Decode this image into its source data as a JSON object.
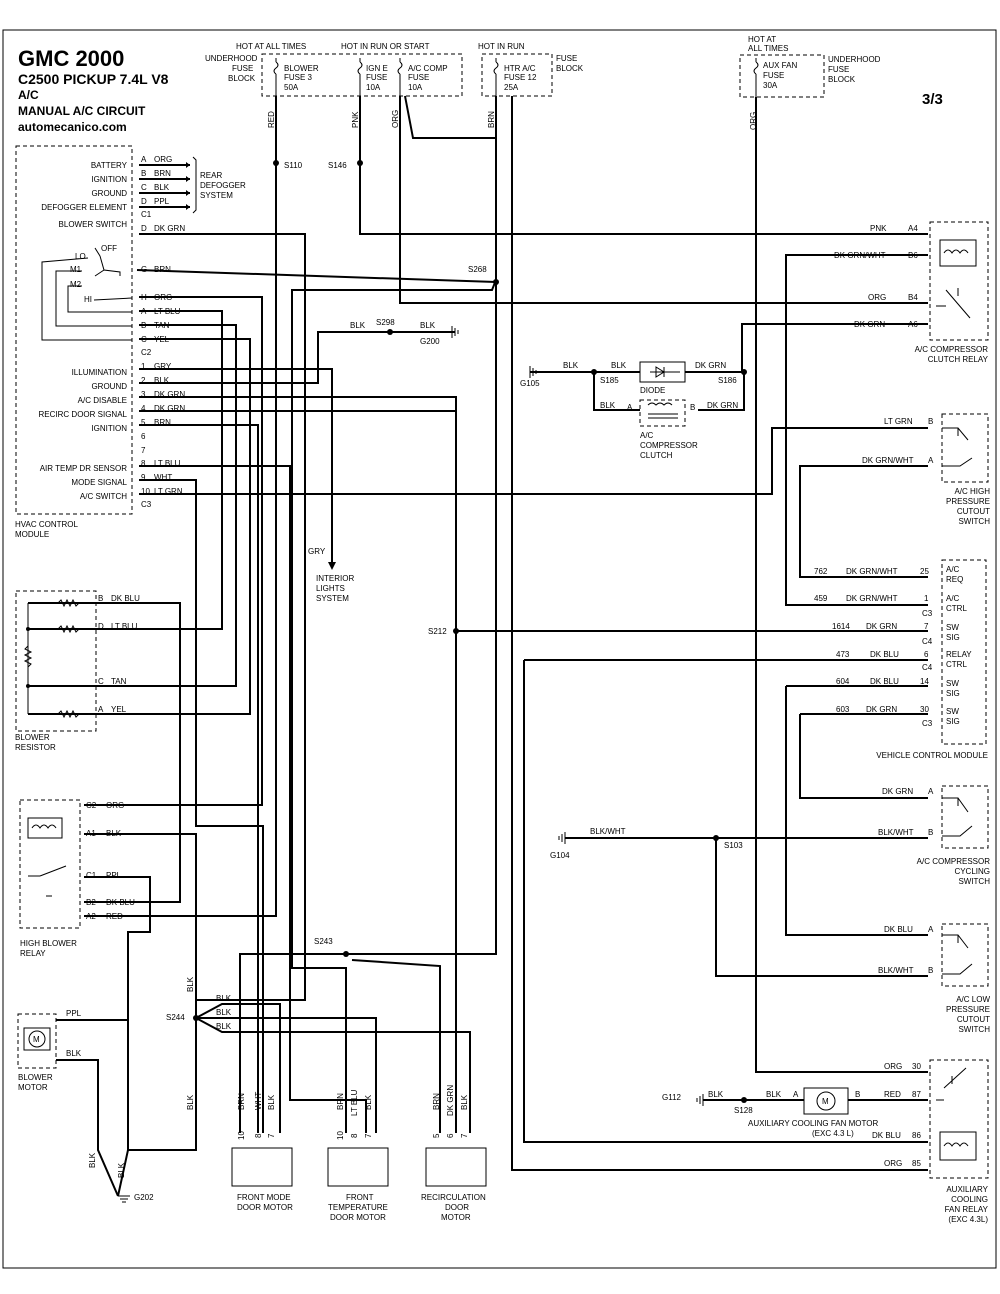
{
  "header": {
    "title": "GMC 2000",
    "model": "C2500 PICKUP  7.4L  V8",
    "system": "A/C",
    "circuit": "MANUAL A/C CIRCUIT",
    "site": "automecanico.com",
    "page": "3/3"
  },
  "fuse_block": {
    "hot_all": "HOT AT ALL TIMES",
    "hot_run_start": "HOT IN RUN OR START",
    "hot_run": "HOT IN RUN",
    "left_label": [
      "UNDERHOOD",
      "FUSE",
      "BLOCK"
    ],
    "right_label": [
      "FUSE",
      "BLOCK"
    ],
    "fuses": [
      {
        "lines": [
          "BLOWER",
          "FUSE 3",
          "50A"
        ],
        "wire": "RED"
      },
      {
        "lines": [
          "IGN E",
          "FUSE",
          "10A"
        ],
        "wire": "PNK"
      },
      {
        "lines": [
          "A/C COMP",
          "FUSE",
          "10A"
        ],
        "wire": "ORG"
      },
      {
        "lines": [
          "HTR A/C",
          "FUSE 12",
          "25A"
        ],
        "wire": "BRN"
      }
    ]
  },
  "aux_fuse_block": {
    "hot": [
      "HOT AT",
      "ALL TIMES"
    ],
    "fuse": [
      "AUX FAN",
      "FUSE",
      "30A"
    ],
    "label": [
      "UNDERHOOD",
      "FUSE",
      "BLOCK"
    ],
    "wire": "ORG"
  },
  "hvac": {
    "name": [
      "HVAC CONTROL",
      "MODULE"
    ],
    "c1_pins": [
      {
        "label": "BATTERY",
        "pin": "A",
        "wire": "ORG"
      },
      {
        "label": "IGNITION",
        "pin": "B",
        "wire": "BRN"
      },
      {
        "label": "GROUND",
        "pin": "C",
        "wire": "BLK"
      },
      {
        "label": "DEFOGGER ELEMENT",
        "pin": "D",
        "wire": "PPL"
      }
    ],
    "c1": "C1",
    "rear_defogger": [
      "REAR",
      "DEFOGGER",
      "SYSTEM"
    ],
    "blower_switch": "BLOWER SWITCH",
    "switch_positions": [
      "OFF",
      "LO",
      "M1",
      "M2",
      "HI"
    ],
    "c2_pins": [
      {
        "pin": "D",
        "wire": "DK GRN"
      },
      {
        "pin": "G",
        "wire": "BRN"
      },
      {
        "pin": "H",
        "wire": "ORG"
      },
      {
        "pin": "A",
        "wire": "LT BLU"
      },
      {
        "pin": "B",
        "wire": "TAN"
      },
      {
        "pin": "C",
        "wire": "YEL"
      }
    ],
    "c2": "C2",
    "c3_pins": [
      {
        "label": "ILLUMINATION",
        "pin": "1",
        "wire": "GRY"
      },
      {
        "label": "GROUND",
        "pin": "2",
        "wire": "BLK"
      },
      {
        "label": "A/C DISABLE",
        "pin": "3",
        "wire": "DK GRN"
      },
      {
        "label": "RECIRC DOOR SIGNAL",
        "pin": "4",
        "wire": "DK GRN"
      },
      {
        "label": "IGNITION",
        "pin": "5",
        "wire": "BRN"
      },
      {
        "label": "",
        "pin": "6",
        "wire": ""
      },
      {
        "label": "",
        "pin": "7",
        "wire": ""
      },
      {
        "label": "AIR TEMP DR SENSOR",
        "pin": "8",
        "wire": "LT BLU"
      },
      {
        "label": "MODE SIGNAL",
        "pin": "9",
        "wire": "WHT"
      },
      {
        "label": "A/C SWITCH",
        "pin": "10",
        "wire": "LT GRN"
      }
    ],
    "c3": "C3"
  },
  "splices": {
    "s110": "S110",
    "s146": "S146",
    "s268": "S268",
    "s298": "S298",
    "g200": "G200",
    "g105": "G105",
    "s185": "S185",
    "s186": "S186",
    "s212": "S212",
    "s243": "S243",
    "s244": "S244",
    "g202": "G202",
    "g104": "G104",
    "s103": "S103",
    "g112": "G112",
    "s128": "S128"
  },
  "wires_misc": {
    "blk": "BLK",
    "gry": "GRY",
    "blkwht": "BLK/WHT",
    "dkgrn": "DK GRN",
    "ppl": "PPL"
  },
  "interior_lights": [
    "INTERIOR",
    "LIGHTS",
    "SYSTEM"
  ],
  "diode": "DIODE",
  "compressor_clutch": [
    "A/C",
    "COMPRESSOR",
    "CLUTCH"
  ],
  "clutch_pins": [
    "A",
    "B"
  ],
  "clutch_relay": {
    "name": [
      "A/C COMPRESSOR",
      "CLUTCH RELAY"
    ],
    "pins": [
      {
        "wire": "PNK",
        "pin": "A4"
      },
      {
        "wire": "DK GRN/WHT",
        "pin": "B6"
      },
      {
        "wire": "ORG",
        "pin": "B4"
      },
      {
        "wire": "DK GRN",
        "pin": "A6"
      }
    ]
  },
  "high_pressure": {
    "name": [
      "A/C HIGH",
      "PRESSURE",
      "CUTOUT",
      "SWITCH"
    ],
    "pins": [
      {
        "wire": "LT GRN",
        "pin": "B"
      },
      {
        "wire": "DK GRN/WHT",
        "pin": "A"
      }
    ]
  },
  "vcm": {
    "name": "VEHICLE CONTROL MODULE",
    "rows": [
      {
        "circuit": "762",
        "wire": "DK GRN/WHT",
        "pin": "25",
        "label": [
          "A/C",
          "REQ"
        ],
        "conn": ""
      },
      {
        "circuit": "459",
        "wire": "DK GRN/WHT",
        "pin": "1",
        "label": [
          "A/C",
          "CTRL"
        ],
        "conn": "C3"
      },
      {
        "circuit": "1614",
        "wire": "DK GRN",
        "pin": "7",
        "label": [
          "SW",
          "SIG"
        ],
        "conn": "C4"
      },
      {
        "circuit": "473",
        "wire": "DK BLU",
        "pin": "6",
        "label": [
          "RELAY",
          "CTRL"
        ],
        "conn": "C4"
      },
      {
        "circuit": "604",
        "wire": "DK BLU",
        "pin": "14",
        "label": [
          "SW",
          "SIG"
        ],
        "conn": ""
      },
      {
        "circuit": "603",
        "wire": "DK GRN",
        "pin": "30",
        "label": [
          "SW",
          "SIG"
        ],
        "conn": "C3"
      }
    ]
  },
  "cycling_switch": {
    "name": [
      "A/C COMPRESSOR",
      "CYCLING",
      "SWITCH"
    ],
    "pins": [
      {
        "wire": "DK GRN",
        "pin": "A"
      },
      {
        "wire": "BLK/WHT",
        "pin": "B"
      }
    ]
  },
  "low_pressure": {
    "name": [
      "A/C LOW",
      "PRESSURE",
      "CUTOUT",
      "SWITCH"
    ],
    "pins": [
      {
        "wire": "DK BLU",
        "pin": "A"
      },
      {
        "wire": "BLK/WHT",
        "pin": "B"
      }
    ]
  },
  "fan_motor": {
    "name": [
      "AUXILIARY COOLING FAN MOTOR",
      "(EXC 4.3 L)"
    ],
    "pins": [
      "A",
      "B"
    ],
    "wires": [
      "BLK",
      "BLK",
      "RED"
    ]
  },
  "fan_relay": {
    "name": [
      "AUXILIARY",
      "COOLING",
      "FAN RELAY",
      "(EXC 4.3L)"
    ],
    "pins": [
      {
        "wire": "ORG",
        "pin": "30"
      },
      {
        "wire": "RED",
        "pin": "87"
      },
      {
        "wire": "DK BLU",
        "pin": "86"
      },
      {
        "wire": "ORG",
        "pin": "85"
      }
    ]
  },
  "blower_resistor": {
    "name": [
      "BLOWER",
      "RESISTOR"
    ],
    "pins": [
      {
        "pin": "B",
        "wire": "DK BLU"
      },
      {
        "pin": "D",
        "wire": "LT BLU"
      },
      {
        "pin": "C",
        "wire": "TAN"
      },
      {
        "pin": "A",
        "wire": "YEL"
      }
    ]
  },
  "high_blower_relay": {
    "name": [
      "HIGH BLOWER",
      "RELAY"
    ],
    "pins": [
      {
        "pin": "C2",
        "wire": "ORG"
      },
      {
        "pin": "A1",
        "wire": "BLK"
      },
      {
        "pin": "C1",
        "wire": "PPL"
      },
      {
        "pin": "B2",
        "wire": "DK BLU"
      },
      {
        "pin": "A2",
        "wire": "RED"
      }
    ]
  },
  "blower_motor": {
    "name": [
      "BLOWER",
      "MOTOR"
    ],
    "wires": [
      "PPL",
      "BLK"
    ],
    "symbol": "M"
  },
  "s244_wires": [
    "BLK",
    "BLK",
    "BLK"
  ],
  "ground_wires": [
    "BLK",
    "BLK",
    "BLK"
  ],
  "door_motors": [
    {
      "name": [
        "FRONT MODE",
        "DOOR MOTOR"
      ],
      "pins": [
        "10",
        "8",
        "7"
      ],
      "wires": [
        "BRN",
        "WHT",
        "BLK"
      ]
    },
    {
      "name": [
        "FRONT",
        "TEMPERATURE",
        "DOOR MOTOR"
      ],
      "pins": [
        "10",
        "8",
        "7"
      ],
      "wires": [
        "BRN",
        "LT BLU",
        "BLK"
      ]
    },
    {
      "name": [
        "RECIRCULATION",
        "DOOR",
        "MOTOR"
      ],
      "pins": [
        "5",
        "6",
        "7"
      ],
      "wires": [
        "BRN",
        "DK GRN",
        "BLK"
      ]
    }
  ]
}
